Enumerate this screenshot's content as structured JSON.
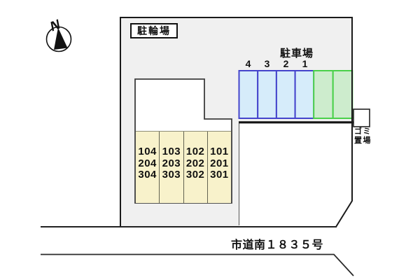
{
  "compass": {
    "label": "N"
  },
  "bicycle_parking": {
    "label": "駐輪場"
  },
  "car_parking": {
    "label": "駐車場",
    "numbered_spaces": [
      "4",
      "3",
      "2",
      "1"
    ],
    "unnumbered_green_space_count": 2
  },
  "building": {
    "columns": [
      {
        "units": [
          "104",
          "204",
          "304"
        ]
      },
      {
        "units": [
          "103",
          "203",
          "303"
        ]
      },
      {
        "units": [
          "102",
          "202",
          "302"
        ]
      },
      {
        "units": [
          "101",
          "201",
          "301"
        ]
      }
    ]
  },
  "garbage": {
    "line1": "ゴミ",
    "line2": "置場"
  },
  "road": {
    "label": "市道南１８３５号"
  },
  "colors": {
    "site_fill": "#f0f0f0",
    "outline": "#1a1a1a",
    "parking_blue_fill": "#d6ecfa",
    "parking_blue_border": "#4444cc",
    "parking_green_fill": "#cdeccd",
    "parking_green_border": "#4ad04a",
    "building_fill": "#ffffff",
    "building_units_fill": "#f8f2cb"
  }
}
